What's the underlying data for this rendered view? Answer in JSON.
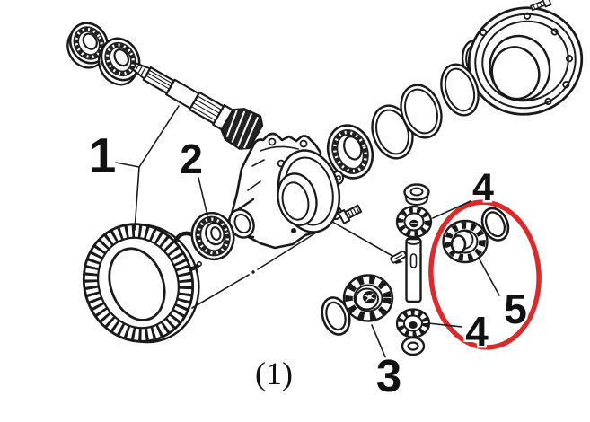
{
  "figure": {
    "caption": "(1)"
  },
  "colors": {
    "line": "#1a1a1a",
    "background": "#ffffff",
    "highlight": "#d92b2b"
  },
  "callouts": {
    "c1": "1",
    "c2": "2",
    "c3": "3",
    "c4_upper": "4",
    "c4_lower": "4",
    "c5": "5"
  }
}
